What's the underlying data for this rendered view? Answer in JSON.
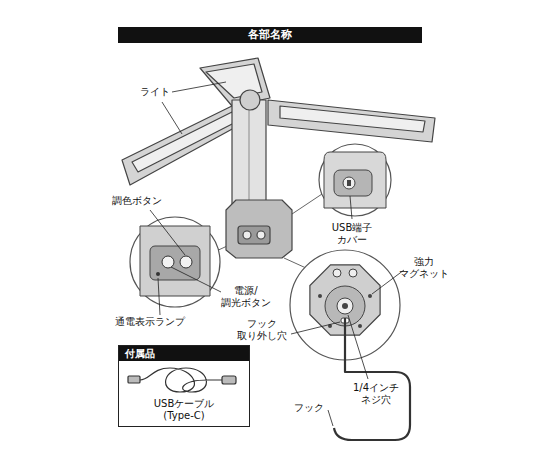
{
  "diagram": {
    "title": "各部名称",
    "nodes": [
      {
        "text": [
          "付属品",
          "USBケーブル (Type-C)"
        ]
      }
    ],
    "labels": [
      "ライト",
      "調色ボタン",
      "USB端子 カバー",
      "強力 マグネット",
      "電源/ 調光ボタン",
      "通電表示ランプ",
      "フック 取り外し穴",
      "1/4インチ ネジ穴",
      "フック"
    ]
  }
}
